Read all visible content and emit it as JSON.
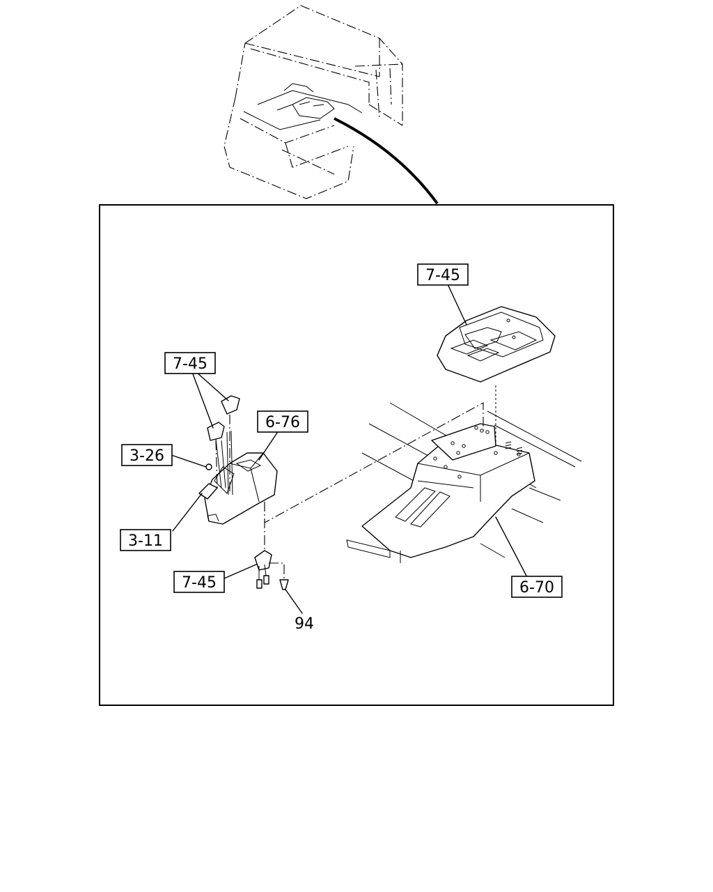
{
  "callouts": {
    "c745_top": "7-45",
    "c745_left": "7-45",
    "c676": "6-76",
    "c326": "3-26",
    "c311": "3-11",
    "c745_bottom": "7-45",
    "c670": "6-70",
    "c94": "94"
  }
}
